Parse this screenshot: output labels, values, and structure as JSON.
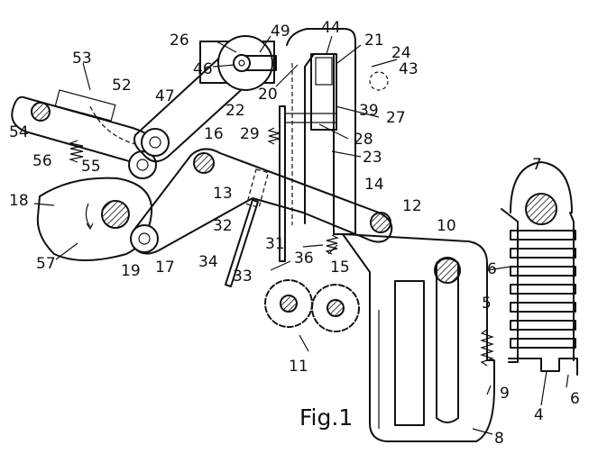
{
  "caption": "Fig.1",
  "labels": {
    "l26": "26",
    "l49": "49",
    "l44": "44",
    "l21": "21",
    "l24": "24",
    "l43": "43",
    "l46": "46",
    "l53": "53",
    "l52": "52",
    "l47": "47",
    "l22": "22",
    "l20": "20",
    "l39": "39",
    "l27": "27",
    "l54": "54",
    "l29": "29",
    "l28": "28",
    "l16": "16",
    "l56": "56",
    "l55": "55",
    "l23": "23",
    "l7": "7",
    "l18": "18",
    "l13": "13",
    "l14": "14",
    "l12": "12",
    "l32": "32",
    "l10": "10",
    "l6a": "6",
    "l57": "57",
    "l19": "19",
    "l17": "17",
    "l31": "31",
    "l36": "36",
    "l15": "15",
    "l34": "34",
    "l33": "33",
    "l5": "5",
    "l11": "11",
    "l9": "9",
    "l4": "4",
    "l6b": "6",
    "l8": "8"
  }
}
